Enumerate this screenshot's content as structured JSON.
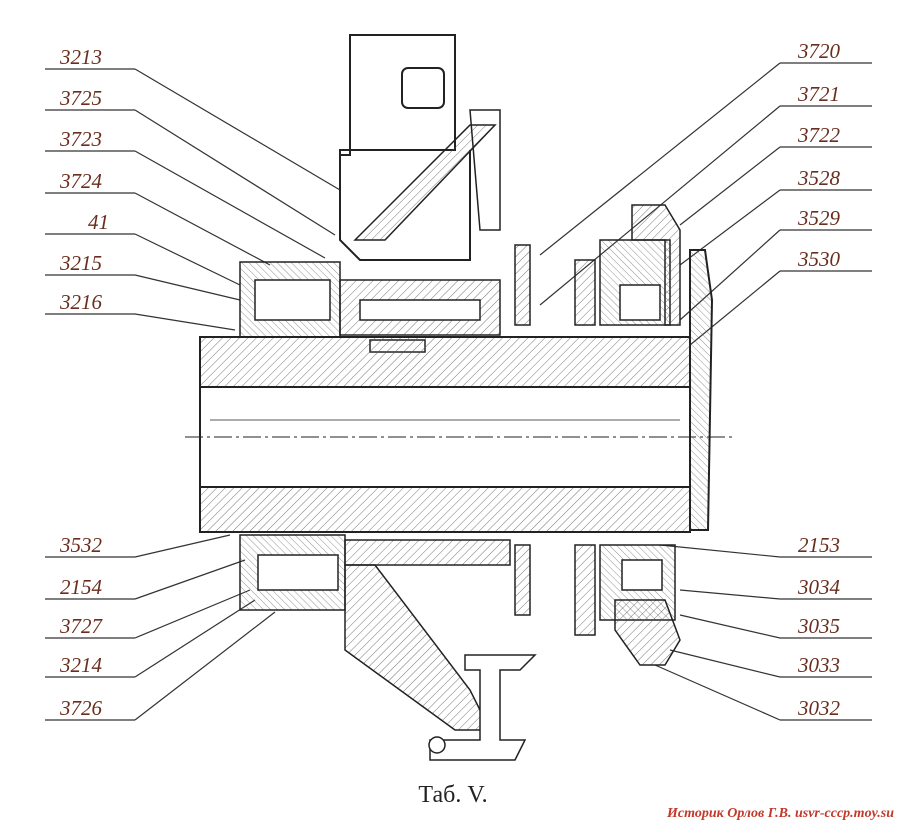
{
  "labels_left": [
    "3213",
    "3725",
    "3723",
    "3724",
    "41",
    "3215",
    "3216",
    "3532",
    "2154",
    "3727",
    "3214",
    "3726"
  ],
  "labels_right": [
    "3720",
    "3721",
    "3722",
    "3528",
    "3529",
    "3530",
    "2153",
    "3034",
    "3035",
    "3033",
    "3032"
  ],
  "caption": "Таб. V.",
  "credit": "Историк Орлов Г.В. usvr-cccp.moy.su",
  "colors": {
    "label": "#6a2e1e",
    "line": "#333333",
    "credit": "#c0392b"
  }
}
